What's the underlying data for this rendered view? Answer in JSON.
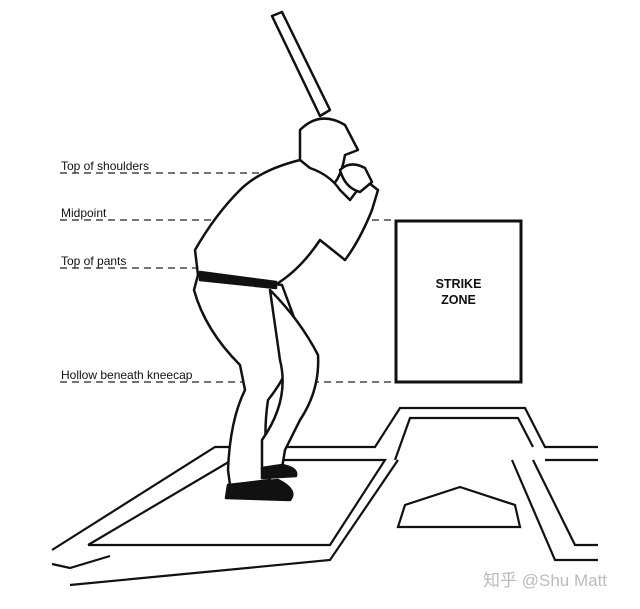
{
  "labels": {
    "shoulders": "Top of shoulders",
    "midpoint": "Midpoint",
    "pants": "Top of pants",
    "kneecap": "Hollow beneath kneecap"
  },
  "strike_zone": {
    "line1": "STRIKE",
    "line2": "ZONE"
  },
  "watermark": "知乎 @Shu Matt"
}
